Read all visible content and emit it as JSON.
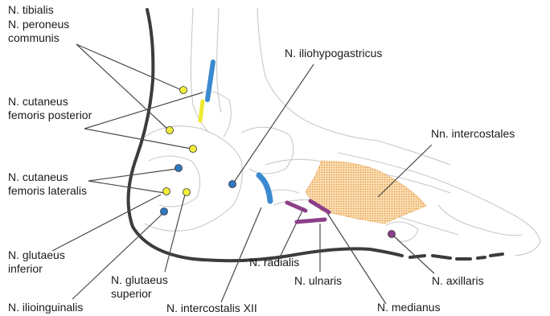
{
  "labels": {
    "tibialis": "N. tibialis",
    "peroneus_line1": "N. peroneus",
    "peroneus_line2": "communis",
    "cut_fem_post_line1": "N. cutaneus",
    "cut_fem_post_line2": "femoris posterior",
    "cut_fem_lat_line1": "N. cutaneus",
    "cut_fem_lat_line2": "femoris lateralis",
    "glut_inf_line1": "N. glutaeus",
    "glut_inf_line2": "inferior",
    "ilioinguinalis": "N. ilioinguinalis",
    "glut_sup_line1": "N. glutaeus",
    "glut_sup_line2": "superior",
    "intercostalis_xii": "N. intercostalis XII",
    "iliohypogastricus": "N. iliohypogastricus",
    "intercostales": "Nn. intercostales",
    "radialis": "N. radialis",
    "ulnaris": "N. ulnaris",
    "medianus": "N. medianus",
    "axillaris": "N. axillaris"
  },
  "colors": {
    "outline": "#3c3c3c",
    "leader": "#4a4a4a",
    "yellow_point": "#f2ee3a",
    "blue_point": "#2f78c0",
    "blue_marker": "#3b8ad0",
    "yellow_marker": "#eeea2e",
    "purple_marker": "#8c3f88",
    "intercostal_area": "#f4c07c",
    "bone_sketch": "#c9c9c9"
  }
}
